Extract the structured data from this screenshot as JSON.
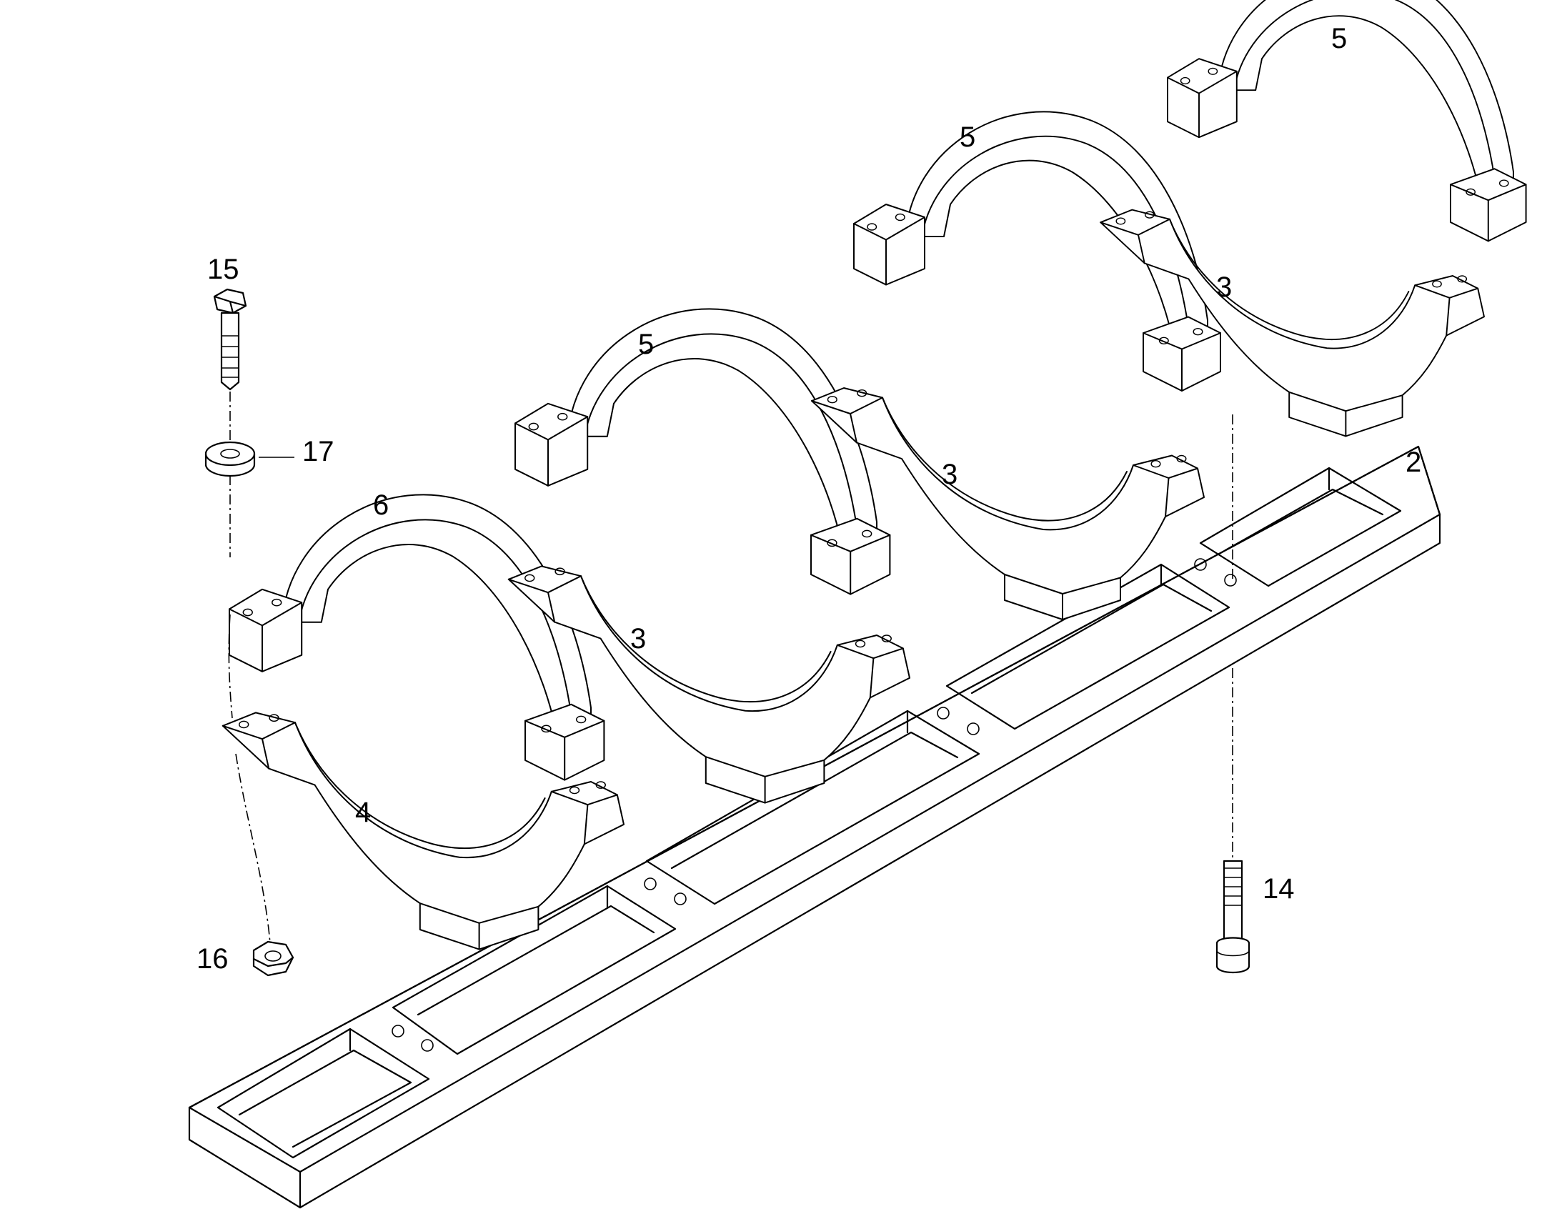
{
  "callouts": {
    "c15": "15",
    "c17": "17",
    "c6": "6",
    "c4": "4",
    "c16": "16",
    "c5a": "5",
    "c3a": "3",
    "c5b": "5",
    "c3b": "3",
    "c5c": "5",
    "c3c": "3",
    "c2": "2",
    "c14": "14"
  }
}
